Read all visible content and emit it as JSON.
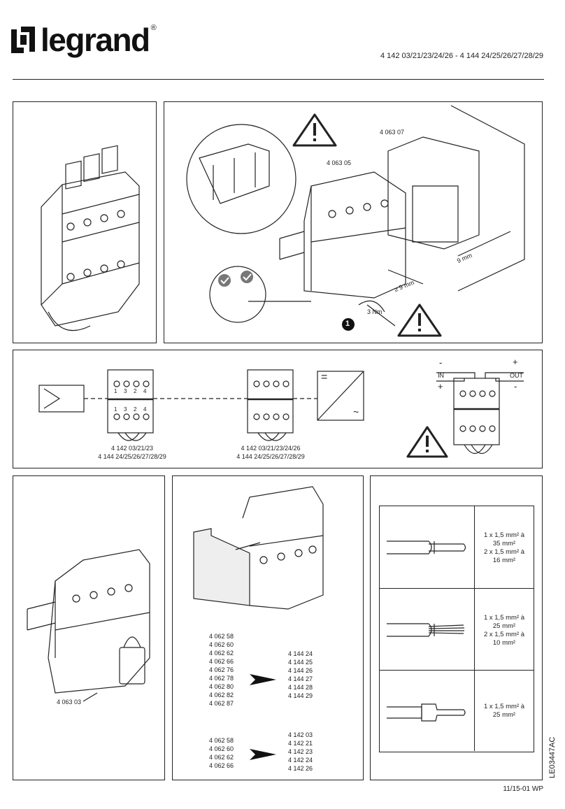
{
  "header": {
    "brand_name": "legrand",
    "registered_mark": "®",
    "references": "4 142 03/21/23/24/26 - 4 144 24/25/26/27/28/29"
  },
  "install_panel": {
    "ref_left_busbar": "4 063 05",
    "ref_right_busbar": "4 063 07",
    "distance_busbar": "≥ 9 mm",
    "distance_wall": "9 mm",
    "torque": "3 Nm",
    "step_number": "1"
  },
  "wiring_panel": {
    "caption_1_line1": "4 142 03/21/23",
    "caption_1_line2": "4 144 24/25/26/27/28/29",
    "caption_2_line1": "4 142 03/21/23/24/26",
    "caption_2_line2": "4 144 24/25/26/27/28/29",
    "converter_dc": "=",
    "converter_ac": "~",
    "minus_top": "-",
    "plus_top": "+",
    "in_label": "IN",
    "out_label": "OUT",
    "plus_bottom": "+",
    "minus_bottom": "-",
    "terminals_top": [
      "1",
      "3",
      "2",
      "4"
    ],
    "terminals_bottom": [
      "1",
      "3",
      "2",
      "4"
    ]
  },
  "lock_panel": {
    "ref_lock": "4 063 03"
  },
  "aux_panel": {
    "group1_refs": [
      "4 062 58",
      "4 062 60",
      "4 062 62",
      "4 062 66",
      "4 062 76",
      "4 062 78",
      "4 062 80",
      "4 062 82",
      "4 062 87"
    ],
    "group1_targets": [
      "4 144 24",
      "4 144 25",
      "4 144 26",
      "4 144 27",
      "4 144 28",
      "4 144 29"
    ],
    "group2_refs": [
      "4 062 58",
      "4 062 60",
      "4 062 62",
      "4 062 66"
    ],
    "group2_targets": [
      "4 142 03",
      "4 142 21",
      "4 142 23",
      "4 142 24",
      "4 142 26"
    ]
  },
  "cable_table": {
    "rows": [
      {
        "type": "rigid",
        "lines": [
          "1 x 1,5 mm² à",
          "35 mm²",
          "2 x 1,5 mm² à",
          "16 mm²"
        ]
      },
      {
        "type": "flexible",
        "lines": [
          "1 x 1,5 mm² à",
          "25 mm²",
          "2 x 1,5 mm² à",
          "10 mm²"
        ]
      },
      {
        "type": "ferrule",
        "lines": [
          "1 x 1,5 mm² à",
          "25 mm²"
        ]
      }
    ]
  },
  "footer": {
    "doc_code": "LE03447AC",
    "revision": "11/15-01 WP"
  }
}
